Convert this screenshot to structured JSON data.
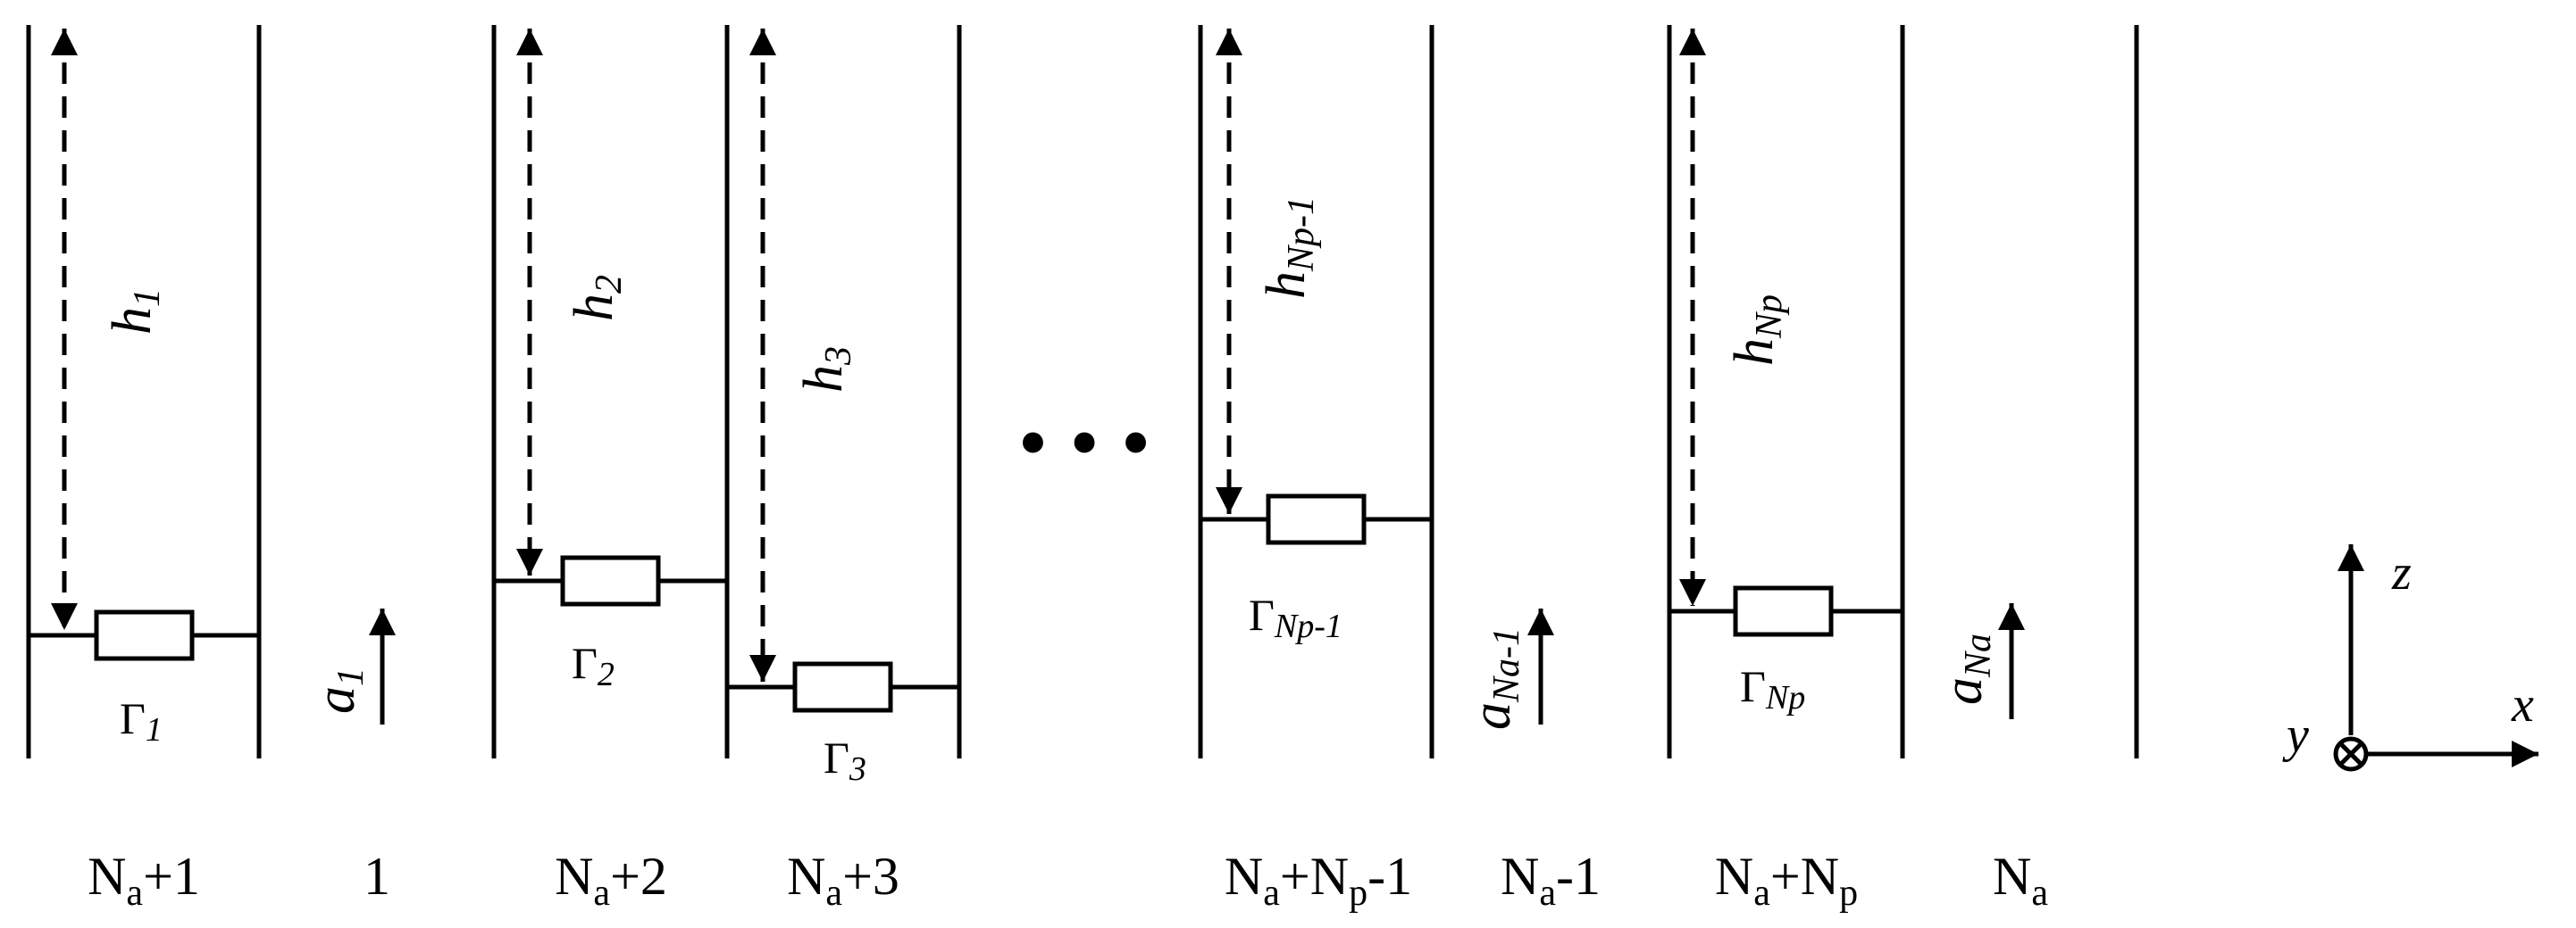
{
  "heights": [
    {
      "id": "h1",
      "base": "h",
      "sub": "1"
    },
    {
      "id": "h2",
      "base": "h",
      "sub": "2"
    },
    {
      "id": "h3",
      "base": "h",
      "sub": "3"
    },
    {
      "id": "hnp1",
      "base": "h",
      "sub": "Np-1"
    },
    {
      "id": "hnp",
      "base": "h",
      "sub": "Np"
    }
  ],
  "loads": [
    {
      "id": "g1",
      "base": "Γ",
      "sub": "1"
    },
    {
      "id": "g2",
      "base": "Γ",
      "sub": "2"
    },
    {
      "id": "g3",
      "base": "Γ",
      "sub": "3"
    },
    {
      "id": "gnp1",
      "base": "Γ",
      "sub": "Np-1"
    },
    {
      "id": "gnp",
      "base": "Γ",
      "sub": "Np"
    }
  ],
  "gaps": [
    {
      "id": "a1",
      "base": "a",
      "sub": "1"
    },
    {
      "id": "ana1",
      "base": "a",
      "sub": "Na-1"
    },
    {
      "id": "ana",
      "base": "a",
      "sub": "Na"
    }
  ],
  "ellipsis": "• • •",
  "bottom_labels": [
    {
      "id": "na1",
      "base": "N",
      "sub1": "a",
      "mid": "+1",
      "sub2": "",
      "tail": ""
    },
    {
      "id": "one",
      "base": "1",
      "sub1": "",
      "mid": "",
      "sub2": "",
      "tail": ""
    },
    {
      "id": "na2",
      "base": "N",
      "sub1": "a",
      "mid": "+2",
      "sub2": "",
      "tail": ""
    },
    {
      "id": "na3",
      "base": "N",
      "sub1": "a",
      "mid": "+3",
      "sub2": "",
      "tail": ""
    },
    {
      "id": "nanp1",
      "base": "N",
      "sub1": "a",
      "mid": "+N",
      "sub2": "p",
      "tail": "-1"
    },
    {
      "id": "nam1",
      "base": "N",
      "sub1": "a",
      "mid": "-1",
      "sub2": "",
      "tail": ""
    },
    {
      "id": "nanp",
      "base": "N",
      "sub1": "a",
      "mid": "+N",
      "sub2": "p",
      "tail": ""
    },
    {
      "id": "na",
      "base": "N",
      "sub1": "a",
      "mid": "",
      "sub2": "",
      "tail": ""
    }
  ],
  "axes": {
    "z": "z",
    "x": "x",
    "y": "y"
  }
}
